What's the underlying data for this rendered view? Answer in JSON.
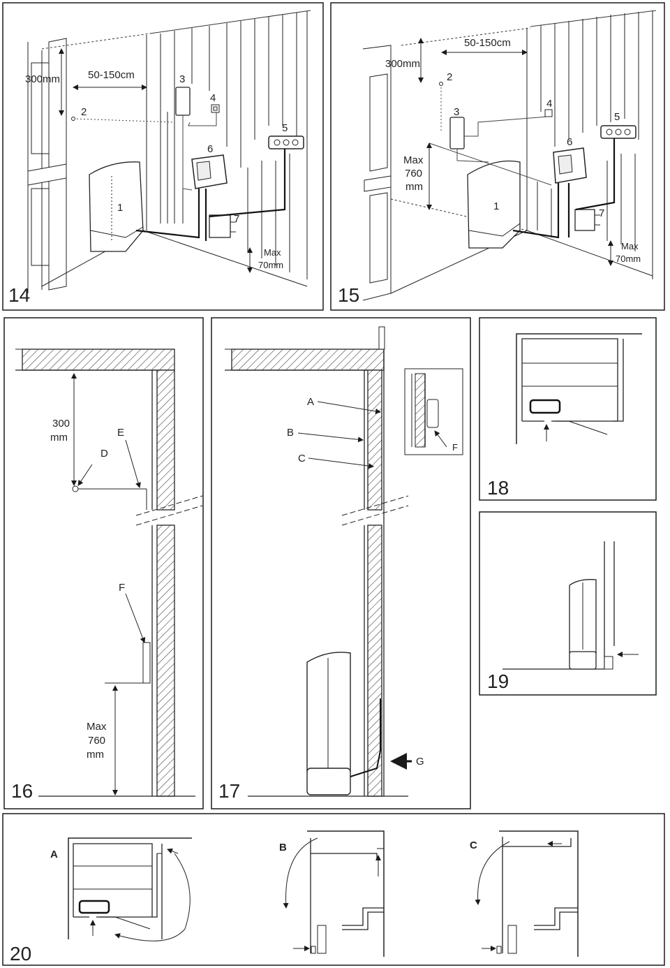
{
  "colors": {
    "ink": "#1a1a1a",
    "hatch": "#555555",
    "paper": "#ffffff"
  },
  "fig14": {
    "number": "14",
    "labels": {
      "n1": "1",
      "n2": "2",
      "n3": "3",
      "n4": "4",
      "n5": "5",
      "n6": "6",
      "n7": "7"
    },
    "dim_height": "300mm",
    "dim_width": "50-150cm",
    "max_line1": "Max",
    "max_line2": "70mm"
  },
  "fig15": {
    "number": "15",
    "labels": {
      "n1": "1",
      "n2": "2",
      "n3": "3",
      "n4": "4",
      "n5": "5",
      "n6": "6",
      "n7": "7"
    },
    "dim_height": "300mm",
    "dim_width": "50-150cm",
    "max760_line1": "Max",
    "max760_line2": "760",
    "max760_line3": "mm",
    "max_line1": "Max",
    "max_line2": "70mm"
  },
  "fig16": {
    "number": "16",
    "dim_top_line1": "300",
    "dim_top_line2": "mm",
    "label_d": "D",
    "label_e": "E",
    "label_f": "F",
    "dim_bottom_line1": "Max",
    "dim_bottom_line2": "760",
    "dim_bottom_line3": "mm"
  },
  "fig17": {
    "number": "17",
    "label_a": "A",
    "label_b": "B",
    "label_c": "C",
    "label_f": "F",
    "label_g": "G"
  },
  "fig18": {
    "number": "18"
  },
  "fig19": {
    "number": "19"
  },
  "fig20": {
    "number": "20",
    "label_a": "A",
    "label_b": "B",
    "label_c": "C"
  }
}
